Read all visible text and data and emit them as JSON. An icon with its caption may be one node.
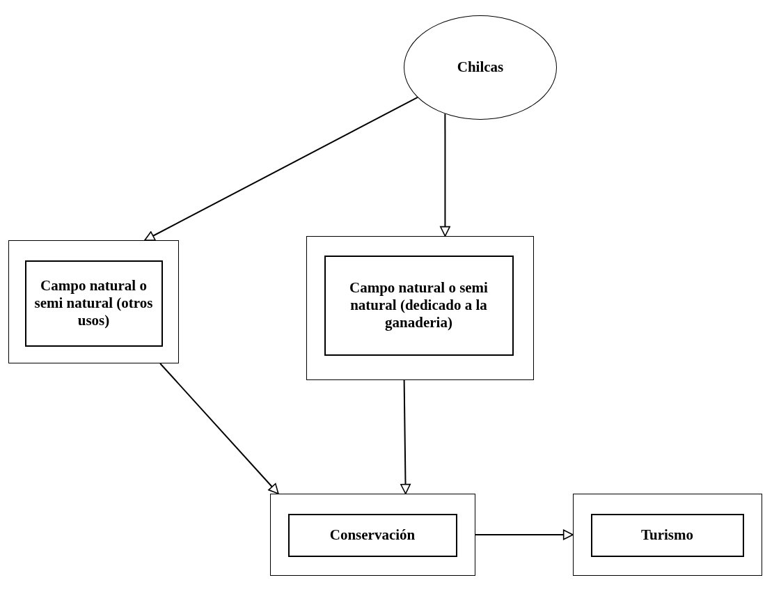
{
  "diagram": {
    "nodes": [
      {
        "text": [
          "Chilcas"
        ]
      },
      {
        "text": [],
        "shape": "box"
      },
      {
        "text": [
          "Campo natural o semi natural (otros usos)"
        ],
        "in": 1
      },
      {
        "text": [],
        "shape": "box"
      },
      {
        "text": [
          "Campo natural o semi natural (dedicado a la ganaderia)"
        ],
        "in": 3
      },
      {
        "text": [],
        "shape": "box"
      },
      {
        "text": [
          "Conservación"
        ],
        "in": 5
      },
      {
        "text": [],
        "shape": "box"
      },
      {
        "text": [
          "Turismo"
        ],
        "in": 7
      }
    ],
    "edges": [
      {
        "from": 0,
        "to": 1,
        "arrow": "to"
      },
      {
        "from": 0,
        "to": 3,
        "arrow": "to"
      },
      {
        "from": 1,
        "to": 5,
        "arrow": "to"
      },
      {
        "from": 3,
        "to": 5,
        "arrow": "to"
      },
      {
        "from": 5,
        "to": 7,
        "arrow": "to"
      }
    ]
  }
}
